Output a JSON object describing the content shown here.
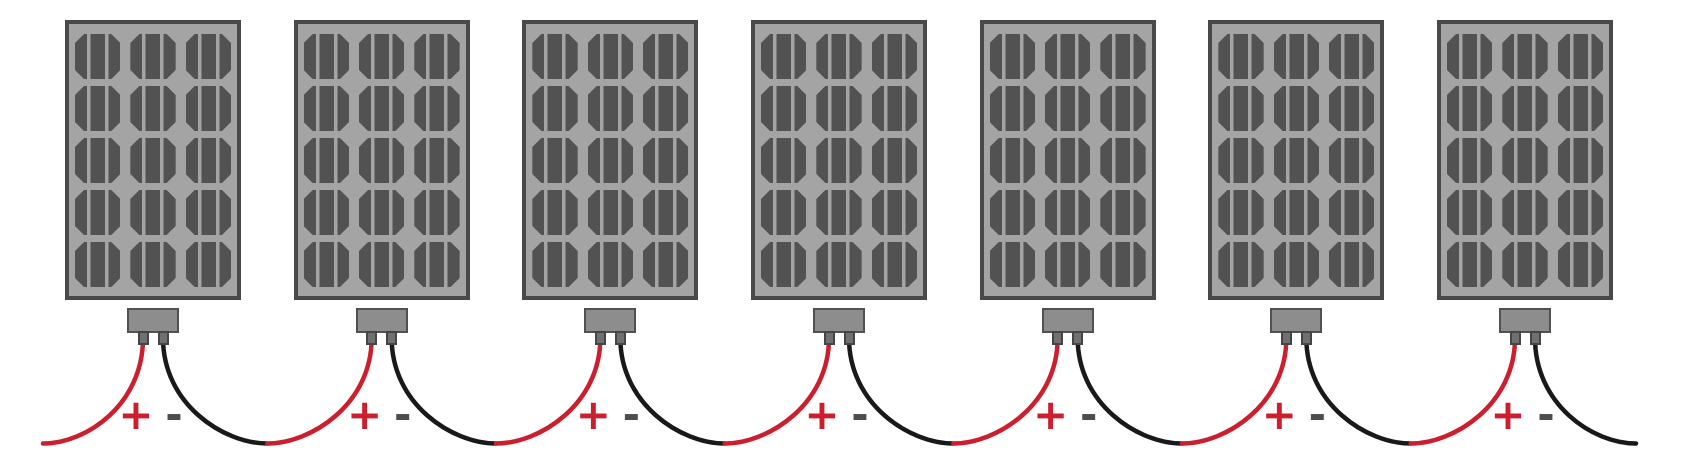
{
  "array": {
    "panel_count": 7,
    "cells_per_panel": {
      "columns": 3,
      "rows": 5
    },
    "wiring_type": "series",
    "left_free_lead": "positive",
    "right_free_lead": "negative"
  },
  "panels": [
    {
      "index": 1,
      "positive_label": "+",
      "negative_label": "-"
    },
    {
      "index": 2,
      "positive_label": "+",
      "negative_label": "-"
    },
    {
      "index": 3,
      "positive_label": "+",
      "negative_label": "-"
    },
    {
      "index": 4,
      "positive_label": "+",
      "negative_label": "-"
    },
    {
      "index": 5,
      "positive_label": "+",
      "negative_label": "-"
    },
    {
      "index": 6,
      "positive_label": "+",
      "negative_label": "-"
    },
    {
      "index": 7,
      "positive_label": "+",
      "negative_label": "-"
    }
  ],
  "colors": {
    "background": "#ffffff",
    "panel_frame_fill": "#a4a4a4",
    "panel_border": "#494949",
    "cell_fill": "#525252",
    "junction_box_fill": "#8d8d8d",
    "junction_box_border": "#515151",
    "terminal_fill": "#707070",
    "positive_wire": "#cc1e2d",
    "negative_wire": "#191919",
    "positive_label_color": "#cc1e2d",
    "negative_label_color": "#4d4d4d"
  }
}
